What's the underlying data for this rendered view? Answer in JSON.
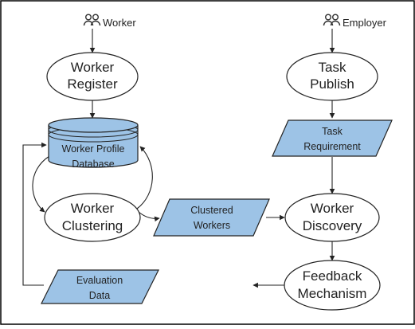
{
  "actors": {
    "worker": "Worker",
    "employer": "Employer"
  },
  "nodes": {
    "worker_register": [
      "Worker",
      "Register"
    ],
    "task_publish": [
      "Task",
      "Publish"
    ],
    "worker_profile_database": [
      "Worker Profile",
      "Database"
    ],
    "task_requirement": [
      "Task",
      "Requirement"
    ],
    "worker_clustering": [
      "Worker",
      "Clustering"
    ],
    "clustered_workers": [
      "Clustered",
      "Workers"
    ],
    "worker_discovery": [
      "Worker",
      "Discovery"
    ],
    "evaluation_data": [
      "Evaluation",
      "Data"
    ],
    "feedback_mechanism": [
      "Feedback",
      "Mechanism"
    ]
  },
  "colors": {
    "data_fill": "#9dc3e6",
    "stroke": "#222222",
    "frame": "#000000",
    "node_fill": "#ffffff",
    "actor_icon": "#333333"
  }
}
